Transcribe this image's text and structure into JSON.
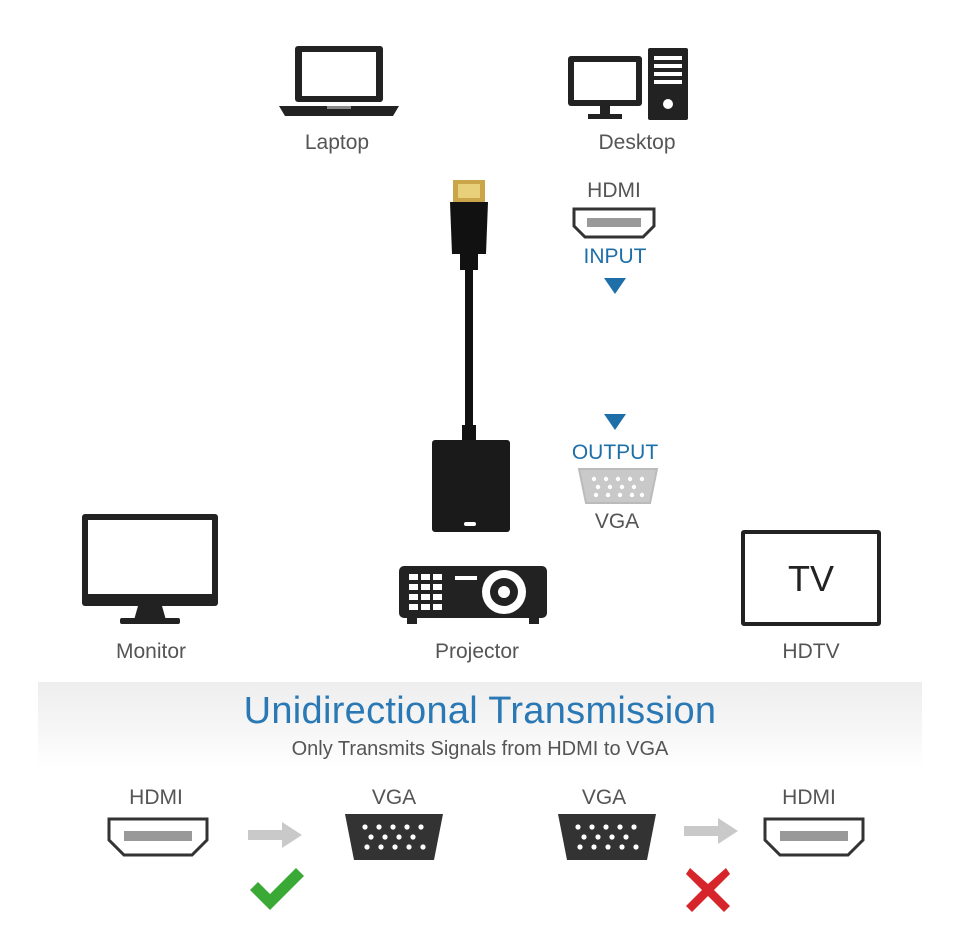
{
  "devices": {
    "laptop": "Laptop",
    "desktop": "Desktop",
    "monitor": "Monitor",
    "projector": "Projector",
    "hdtv": "HDTV",
    "tv_screen": "TV"
  },
  "adapter": {
    "input_port": "HDMI",
    "input_label": "INPUT",
    "output_label": "OUTPUT",
    "output_port": "VGA"
  },
  "transmission": {
    "title": "Unidirectional Transmission",
    "subtitle": "Only Transmits Signals from HDMI to VGA",
    "ok_from": "HDMI",
    "ok_to": "VGA",
    "bad_from": "VGA",
    "bad_to": "HDMI"
  },
  "colors": {
    "accent_blue": "#1e6fa8",
    "check_green": "#3aa935",
    "cross_red": "#d7262b",
    "icon_dark": "#222222"
  }
}
